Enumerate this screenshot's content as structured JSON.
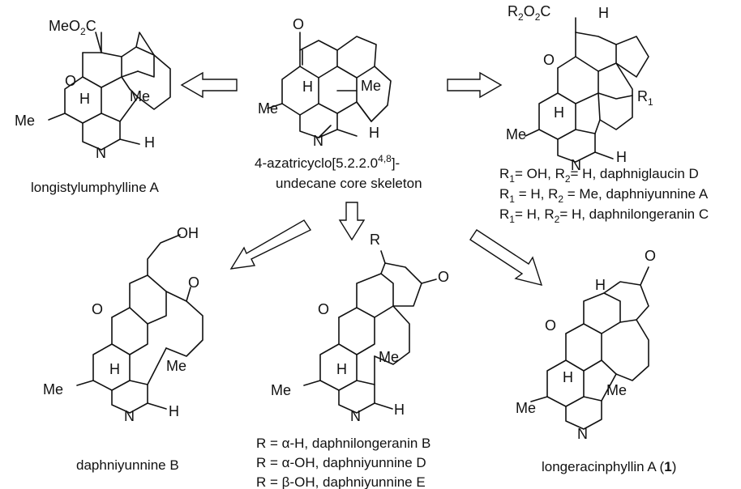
{
  "core": {
    "name_line1_pre": "4-azatricyclo[5.2.2.0",
    "name_line1_sup": "4,8",
    "name_line1_post": "]-",
    "name_line2": "undecane core skeleton"
  },
  "compounds": {
    "longistylumphylline_a": "longistylumphylline A",
    "daphniyunnine_b": "daphniyunnine B",
    "longeracinphyllin_pre": "longeracinphyllin A (",
    "longeracinphyllin_num": "1",
    "longeracinphyllin_post": ")"
  },
  "right_legend": [
    {
      "r1": "OH",
      "r2": "H",
      "name": "daphniglaucin D"
    },
    {
      "r1": "H",
      "r2": "Me",
      "name": "daphniyunnine A"
    },
    {
      "r1": "H",
      "r2": "H",
      "name": "daphnilongeranin C"
    }
  ],
  "middle_legend": [
    "R = α-H, daphnilongeranin B",
    "R = α-OH, daphniyunnine D",
    "R = β-OH, daphniyunnine E"
  ],
  "atoms": {
    "o": "O",
    "n": "N",
    "h": "H",
    "me": "Me",
    "oh": "OH",
    "r": "R",
    "meo2c": "MeO2C",
    "r2o2c": "R2O2C",
    "r1": "R1"
  }
}
